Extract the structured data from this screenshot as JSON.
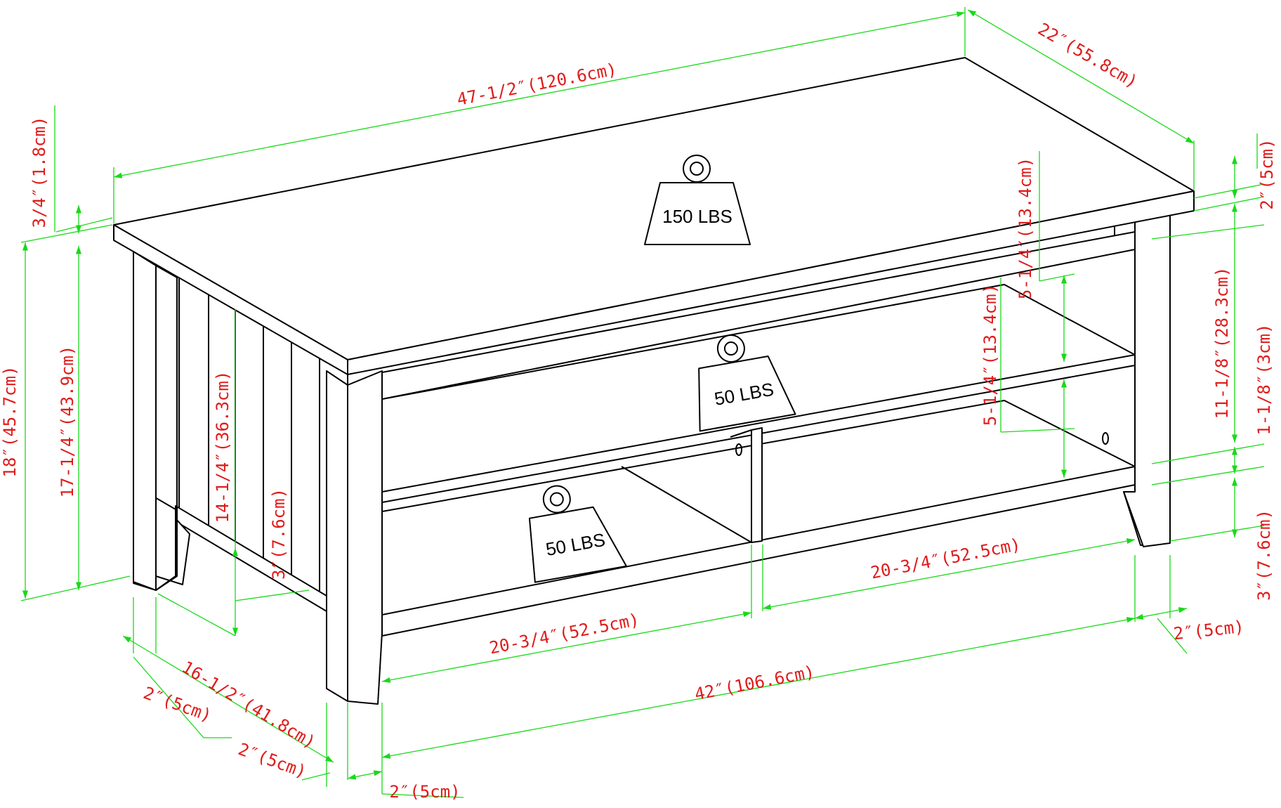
{
  "colors": {
    "outline": "#000000",
    "dimension_line": "#19d919",
    "dimension_text": "#e01b1b",
    "background": "#ffffff"
  },
  "weights": {
    "top": "150 LBS",
    "middle_shelf": "50 LBS",
    "bottom_shelf": "50 LBS"
  },
  "dimensions": {
    "overall_width": "47-1/2″(120.6cm)",
    "overall_depth": "22″(55.8cm)",
    "top_thickness": "3/4″(1.8cm)",
    "overall_height": "18″(45.7cm)",
    "base_to_top_height": "17-1/4″(43.9cm)",
    "slat_panel_height": "14-1/4″(36.3cm)",
    "side_lower_gap": "3″(7.6cm)",
    "inner_depth": "16-1/2″(41.8cm)",
    "leg_depth_front": "2″(5cm)",
    "leg_depth_side": "2″(5cm)",
    "leg_width_front": "2″(5cm)",
    "leg_width_back": "2″(5cm)",
    "leg_top_offset": "2″(5cm)",
    "upper_opening": "5-1/4″(13.4cm)",
    "lower_opening": "5-1/4″(13.4cm)",
    "shelf_area_height": "11-1/8″(28.3cm)",
    "shelf_thickness": "1-1/8″(3cm)",
    "floor_clearance": "3″(7.6cm)",
    "cubby_left_width": "20-3/4″(52.5cm)",
    "cubby_right_width": "20-3/4″(52.5cm)",
    "inner_width": "42″(106.6cm)"
  }
}
